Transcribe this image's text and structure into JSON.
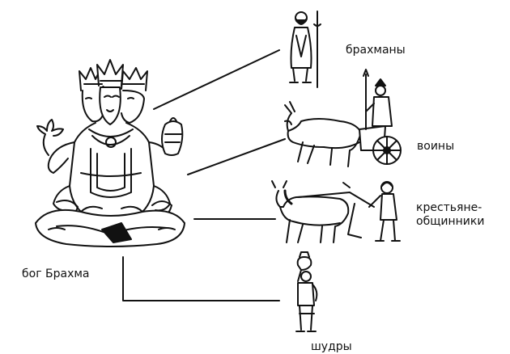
{
  "diagram": {
    "god_label": "бог Брахма",
    "castes": [
      {
        "label": "брахманы",
        "figure": "priest-with-staff"
      },
      {
        "label": "воины",
        "figure": "warrior-in-chariot"
      },
      {
        "label": "крестьяне-\nобщинники",
        "figure": "peasant-plowing-with-oxen"
      },
      {
        "label": "шудры",
        "figure": "servant-carrying-jar"
      }
    ],
    "god_figure": "four-faced-seated-brahma",
    "colors": {
      "ink": "#111111",
      "paper": "#ffffff"
    }
  }
}
